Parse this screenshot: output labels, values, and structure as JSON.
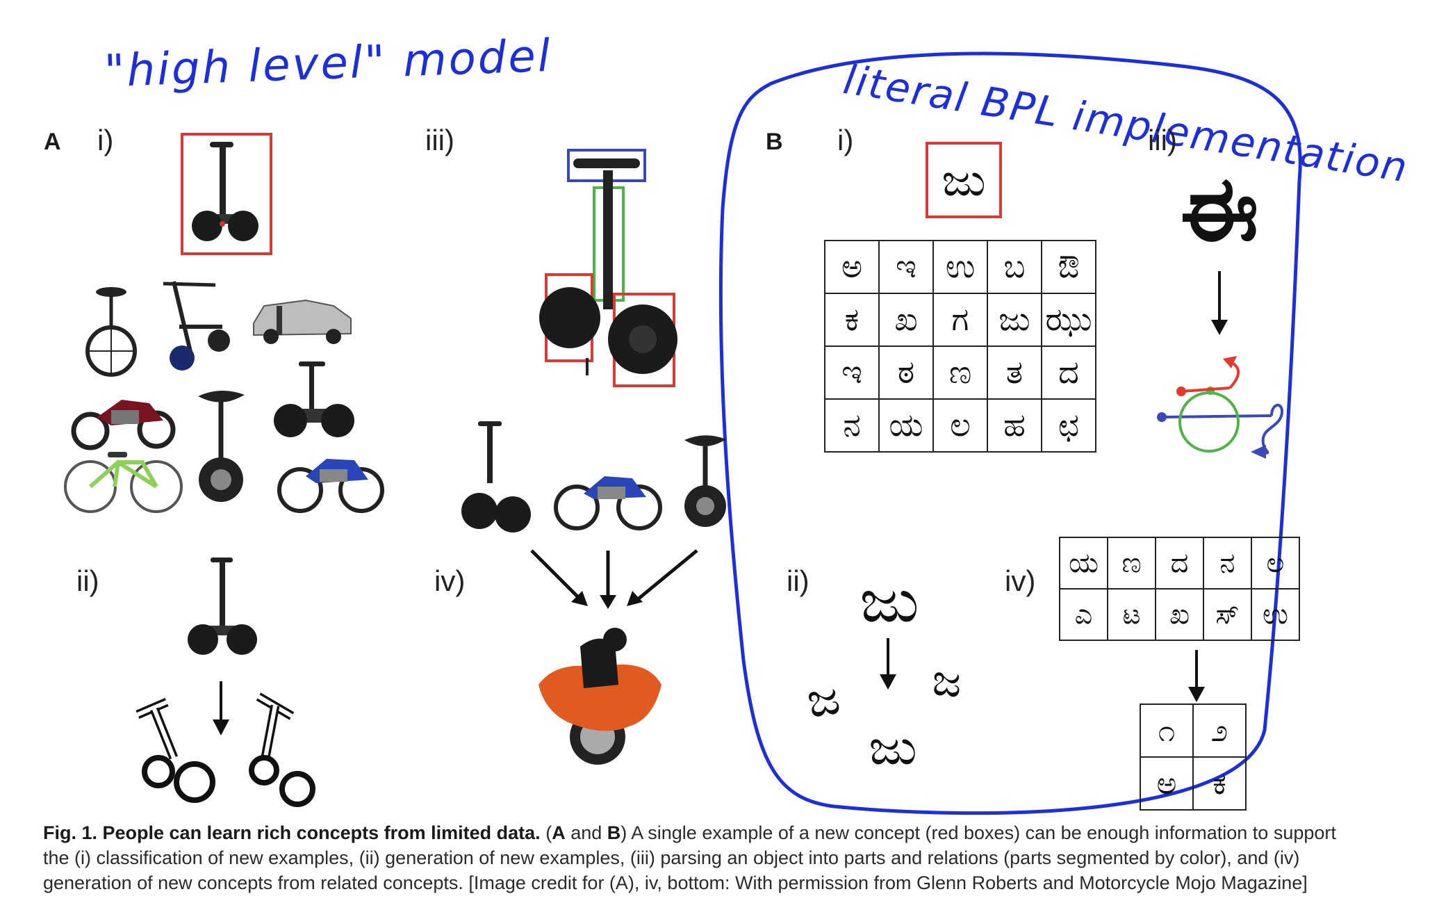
{
  "annotations": {
    "left_handwritten": "\"high level\" model",
    "right_handwritten": "literal BPL implementation"
  },
  "panel_a": {
    "letter": "A",
    "labels": {
      "i": "i)",
      "ii": "ii)",
      "iii": "iii)",
      "iv": "iv)"
    }
  },
  "panel_b": {
    "letter": "B",
    "labels": {
      "i": "i)",
      "ii": "ii)",
      "iii": "iii)",
      "iv": "iv)"
    },
    "example_char": "ಜು",
    "classification_grid": [
      [
        "ಅ",
        "ಇ",
        "ಉ",
        "ಬ",
        "ಔ"
      ],
      [
        "ಕ",
        "ಖ",
        "ಗ",
        "ಜು",
        "ಝು"
      ],
      [
        "ಇ",
        "ಠ",
        "ಣ",
        "ತ",
        "ದ"
      ],
      [
        "ನ",
        "ಯ",
        "ಲ",
        "ಹ",
        "ಛ"
      ]
    ],
    "generation_example": "ಜು",
    "generated": [
      "ಜ",
      "ಜ",
      "ಜು"
    ],
    "parse_char": "ಈ",
    "related_grid": [
      [
        "ಯ",
        "ಣ",
        "ದ",
        "ನ",
        "ಲ"
      ],
      [
        "ಎ",
        "ಟ",
        "ಖ",
        "ಸ್",
        "ಉ"
      ]
    ],
    "new_concepts_grid": [
      [
        "೧",
        "೨"
      ],
      [
        "ಅ",
        "ಕ"
      ]
    ]
  },
  "caption": {
    "lead": "Fig. 1. People can learn rich concepts from limited data.",
    "paren_open": " (",
    "a": "A",
    "and": " and ",
    "b": "B",
    "body": ") A single example of a new concept (red boxes) can be enough information to support the (i) classification of new examples, (ii) generation of new examples, (iii) parsing an object into parts and relations (parts segmented by color), and (iv) generation of new concepts from related concepts. [Image credit for (A), iv, bottom: With permission from Glenn Roberts and Motorcycle Mojo Magazine]"
  },
  "colors": {
    "annotation_blue": "#1d2fd6",
    "example_box_red": "#d83a34",
    "part_blue": "#3a49b8",
    "part_green": "#4fb34a",
    "stroke_red": "#e23b2e"
  }
}
